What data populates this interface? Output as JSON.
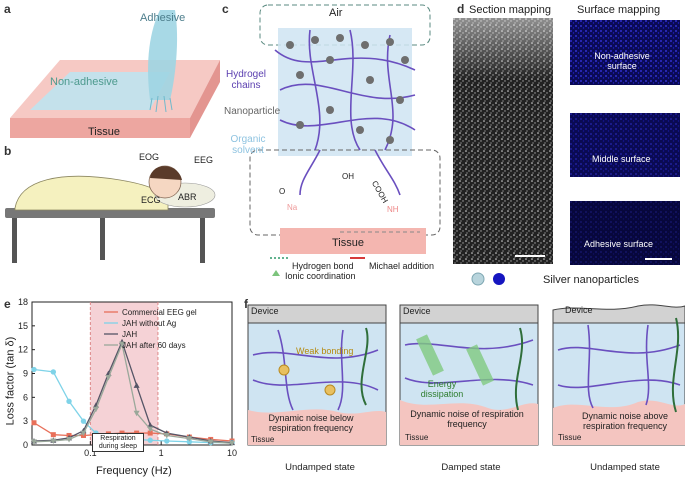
{
  "panels": {
    "a": {
      "label": "a",
      "adhesive": "Adhesive",
      "non_adhesive": "Non-adhesive",
      "tissue": "Tissue"
    },
    "b": {
      "label": "b",
      "eog": "EOG",
      "eeg": "EEG",
      "ecg": "ECG",
      "abr": "ABR"
    },
    "c": {
      "label": "c",
      "air": "Air",
      "hydrogel_chains": "Hydrogel chains",
      "nanoparticle": "Nanoparticle",
      "organic_solvent": "Organic solvent",
      "tissue": "Tissue",
      "cooh": "COOH",
      "nh": "NH",
      "na": "Na",
      "oh": "OH",
      "o": "O",
      "legend_hydrogen": "Hydrogen bond",
      "legend_michael": "Michael addition",
      "legend_ionic": "Ionic coordination"
    },
    "d": {
      "label": "d",
      "section_title": "Section mapping",
      "surface_title": "Surface mapping",
      "non_adhesive_surface": "Non-adhesive surface",
      "middle_surface": "Middle surface",
      "adhesive_surface": "Adhesive surface",
      "legend": "Silver nanoparticles"
    },
    "e": {
      "label": "e",
      "xlabel": "Frequency (Hz)",
      "ylabel": "Loss factor (tan δ)",
      "shade_label": "Respiration during sleep"
    },
    "f": {
      "label": "f",
      "device": "Device",
      "tissue": "Tissue",
      "weak_bonding": "Weak bonding",
      "energy_dissipation": "Energy dissipation",
      "noise_below": "Dynamic noise below respiration frequency",
      "noise_of": "Dynamic noise of respiration frequency",
      "noise_above": "Dynamic noise above respiration frequency",
      "state1": "Undamped state",
      "state2": "Damped state",
      "state3": "Undamped state"
    }
  },
  "chart_data": {
    "type": "line",
    "xscale": "log",
    "xlim": [
      0.015,
      10
    ],
    "ylim": [
      0,
      18
    ],
    "xticks": [
      "0.1",
      "1",
      "10"
    ],
    "yticks": [
      "0",
      "3",
      "6",
      "9",
      "12",
      "15",
      "18"
    ],
    "xlabel": "Frequency (Hz)",
    "ylabel": "Loss factor (tan δ)",
    "shaded_range": [
      0.1,
      0.9
    ],
    "legend_position": "top-right",
    "colors": {
      "Commercial EEG gel": "#e8705a",
      "JAH without Ag": "#7fd3e8",
      "JAH": "#555566",
      "JAH after 60 days": "#9aa89a"
    },
    "x": [
      0.016,
      0.03,
      0.05,
      0.08,
      0.12,
      0.18,
      0.28,
      0.45,
      0.7,
      1.2,
      2.5,
      5,
      10
    ],
    "series": [
      {
        "name": "Commercial EEG gel",
        "values": [
          2.8,
          1.3,
          1.2,
          1.2,
          1.3,
          1.4,
          1.5,
          1.5,
          1.5,
          1.4,
          1.0,
          0.7,
          0.5
        ]
      },
      {
        "name": "JAH without Ag",
        "values": [
          9.5,
          9.2,
          5.5,
          3.0,
          1.5,
          1.0,
          0.8,
          0.7,
          0.6,
          0.5,
          0.4,
          0.3,
          0.3
        ]
      },
      {
        "name": "JAH",
        "values": [
          0.5,
          0.6,
          0.9,
          1.8,
          5.0,
          9.0,
          13.0,
          7.5,
          2.5,
          1.5,
          1.0,
          0.5,
          0.3
        ]
      },
      {
        "name": "JAH after 60 days",
        "values": [
          0.4,
          0.5,
          0.7,
          1.5,
          4.5,
          8.5,
          12.7,
          4.0,
          2.0,
          1.2,
          0.8,
          0.4,
          0.2
        ]
      }
    ]
  }
}
